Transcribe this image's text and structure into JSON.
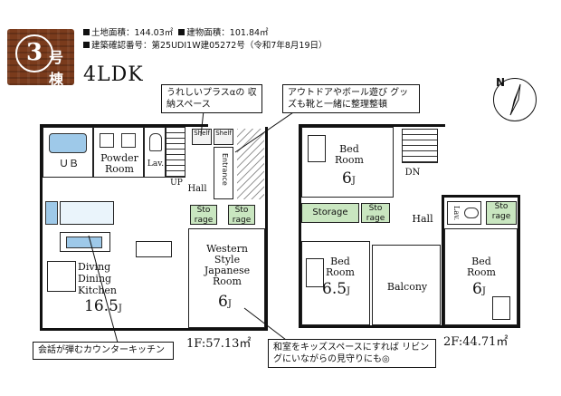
{
  "header": {
    "building_number": "3",
    "building_suffix": "号棟",
    "land_area": "土地面積：144.03㎡",
    "floor_area": "建物面積：101.84㎡",
    "permit": "建築確認番号：第25UDI1W建05272号（令和7年8月19日）",
    "layout_type": "4LDK"
  },
  "compass": {
    "label": "N"
  },
  "floor1": {
    "area_label": "1F:57.13㎡",
    "rooms": {
      "ub": "ＵＢ",
      "powder_room": "Powder Room",
      "lav": "Lav.",
      "hall": "Hall",
      "up": "UP",
      "shelf1": "Shelf",
      "shelf2": "Shelf",
      "entrance": "Entrance",
      "storage_a": "Sto rage",
      "storage_b": "Sto rage",
      "ldk": "Diving Dining Kitchen",
      "ldk_size": "16.5",
      "ldk_unit": "J",
      "japanese": "Western Style Japanese Room",
      "japanese_size": "6",
      "japanese_unit": "J"
    }
  },
  "floor2": {
    "area_label": "2F:44.71㎡",
    "rooms": {
      "bed1": "Bed Room",
      "bed1_size": "6",
      "bed1_unit": "J",
      "storage": "Storage",
      "storage_c": "Sto rage",
      "dn": "DN",
      "hall": "Hall",
      "lav": "Lav.",
      "storage_d": "Sto rage",
      "bed2": "Bed Room",
      "bed2_size": "6.5",
      "bed2_unit": "J",
      "balcony": "Balcony",
      "bed3": "Bed Room",
      "bed3_size": "6",
      "bed3_unit": "J"
    }
  },
  "callouts": {
    "plus_alpha": "うれしいプラスαの 収納スペース",
    "outdoor": "アウトドアやボール遊び グッズも靴と一緒に整理整頓",
    "counter": "会話が弾むカウンターキッチン",
    "kids": "和室をキッズスペースにすれば リビングにいながらの見守りにも◎"
  },
  "colors": {
    "storage_green": "#c9e6c0",
    "fixture_blue": "#9ec9e9",
    "badge_brown": "#7a3b1c"
  }
}
